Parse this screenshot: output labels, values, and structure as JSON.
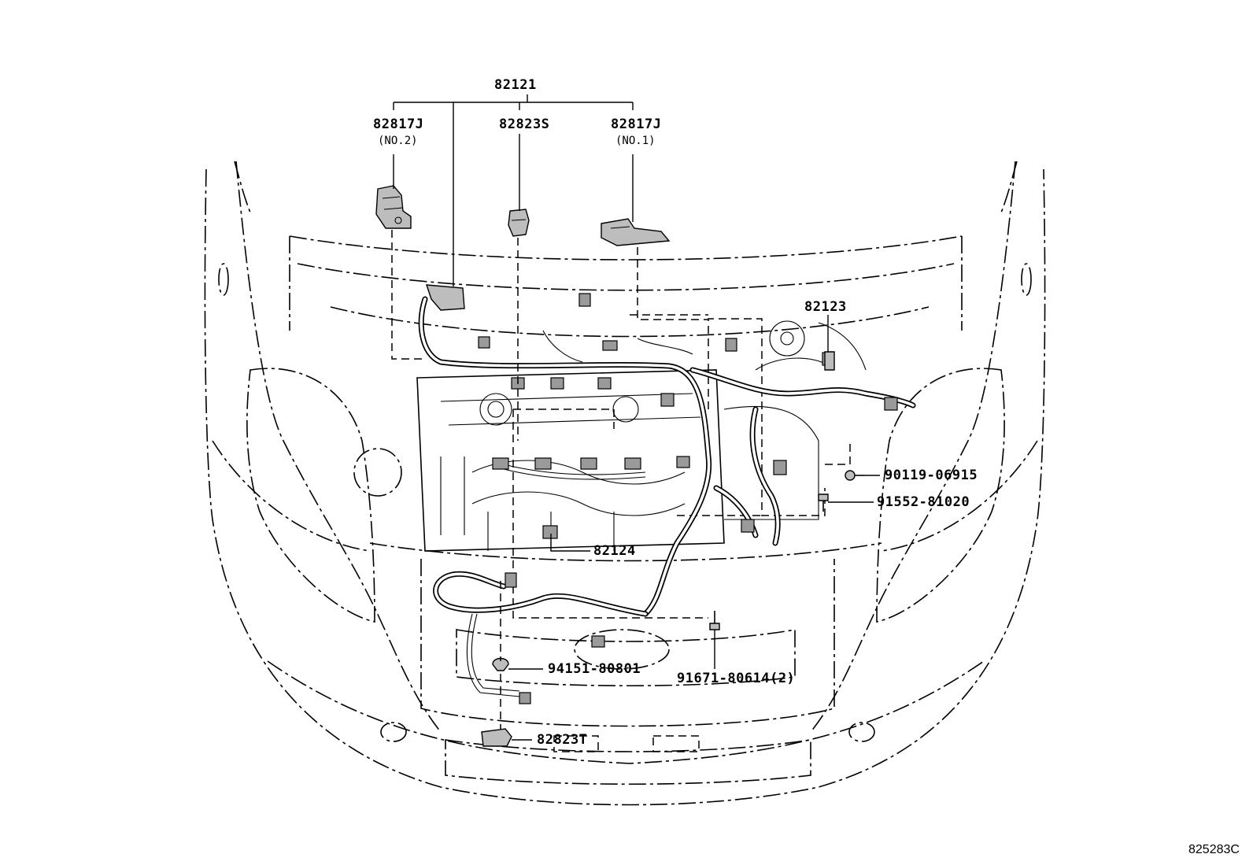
{
  "labels": {
    "top": "82121",
    "relay_no2_part": "82817J",
    "relay_no2_note": "(NO.2)",
    "sensor_top_part": "82823S",
    "relay_no1_part": "82817J",
    "relay_no1_note": "(NO.1)",
    "harness_right": "82123",
    "bolt_1": "90119-06915",
    "bolt_2": "91552-81020",
    "harness_center": "82124",
    "clamp": "94151-80801",
    "bolt_3": "91671-80614(2)",
    "sensor_bottom_part": "82823T"
  },
  "figure_code": "825283C"
}
